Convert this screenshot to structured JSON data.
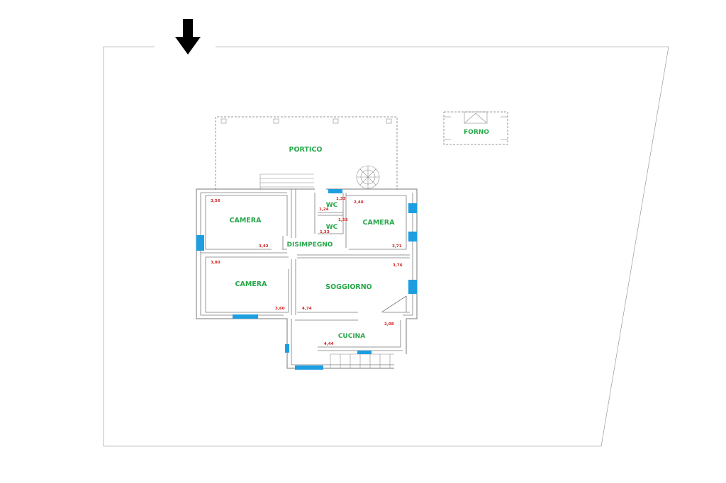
{
  "rooms": {
    "portico": "PORTICO",
    "forno": "FORNO",
    "camera_1": "CAMERA",
    "camera_2": "CAMERA",
    "camera_3": "CAMERA",
    "wc_1": "WC",
    "wc_2": "WC",
    "disimpegno": "DISIMPEGNO",
    "soggiorno": "SOGGIORNO",
    "cucina": "CUCINA"
  },
  "dimensions": {
    "camera_1_top": "3,56",
    "camera_1_bottom": "3,42",
    "camera_2_top": "3,80",
    "camera_2_bottom": "3,60",
    "camera_3_top": "2,40",
    "camera_3_bottom": "3,71",
    "wc_1_top": "1,33",
    "wc_1_side": "1,24",
    "wc_2_side": "1,53",
    "wc_2_bottom": "1,33",
    "soggiorno_right": "3,76",
    "soggiorno_bottom": "4,74",
    "cucina_right": "2,08",
    "cucina_bottom": "4,44"
  },
  "colors": {
    "room_label": "#27a84a",
    "dimension_label": "#d32020",
    "window": "#1d9ee0",
    "wall": "#7a7a7a"
  },
  "icons": {
    "entrance": "arrow-down-icon",
    "umbrella": "umbrella-icon"
  }
}
